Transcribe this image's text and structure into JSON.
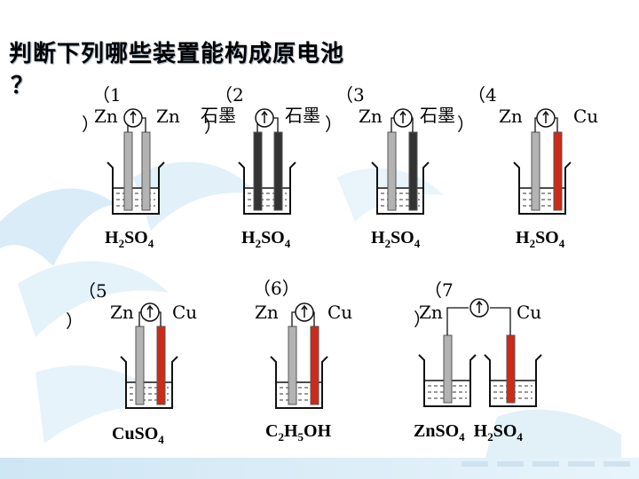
{
  "title": "判断下列哪些装置能构成原电池",
  "title_mark": "？",
  "setups": [
    {
      "num_open": "（1",
      "num_close": "）",
      "left": "Zn",
      "right": "Zn",
      "solution": {
        "parts": [
          [
            "H",
            ""
          ],
          [
            "2",
            "sub"
          ],
          [
            "SO",
            ""
          ],
          [
            "4",
            "sub"
          ]
        ]
      }
    },
    {
      "num_open": "（2",
      "num_close": "）",
      "left": "石墨",
      "right": "石墨",
      "solution": {
        "parts": [
          [
            "H",
            ""
          ],
          [
            "2",
            "sub"
          ],
          [
            "SO",
            ""
          ],
          [
            "4",
            "sub"
          ]
        ]
      }
    },
    {
      "num_open": "（3",
      "num_close": "）",
      "left": "Zn",
      "right": "石墨",
      "solution": {
        "parts": [
          [
            "H",
            ""
          ],
          [
            "2",
            "sub"
          ],
          [
            "SO",
            ""
          ],
          [
            "4",
            "sub"
          ]
        ]
      }
    },
    {
      "num_open": "（4",
      "num_close": "）",
      "left": "Zn",
      "right": "Cu",
      "solution": {
        "parts": [
          [
            "H",
            ""
          ],
          [
            "2",
            "sub"
          ],
          [
            "SO",
            ""
          ],
          [
            "4",
            "sub"
          ]
        ]
      }
    },
    {
      "num_open": "（5",
      "num_close": "）",
      "left": "Zn",
      "right": "Cu",
      "solution": {
        "parts": [
          [
            "CuSO",
            ""
          ],
          [
            "4",
            "sub"
          ]
        ]
      }
    },
    {
      "num_open": "（6）",
      "num_close": "",
      "left": "Zn",
      "right": "Cu",
      "solution": {
        "parts": [
          [
            "C",
            ""
          ],
          [
            "2",
            "sub"
          ],
          [
            "H",
            ""
          ],
          [
            "5",
            "sub"
          ],
          [
            "OH",
            ""
          ]
        ]
      }
    },
    {
      "num_open": "（7",
      "num_close": "）",
      "left": "Zn",
      "right": "Cu",
      "solution": {
        "parts": [
          [
            "ZnSO",
            ""
          ],
          [
            "4",
            "sub"
          ],
          [
            "  H",
            ""
          ],
          [
            "2",
            "sub"
          ],
          [
            "SO",
            ""
          ],
          [
            "4",
            "sub"
          ]
        ]
      }
    }
  ],
  "colors": {
    "zinc": "#b3b3b3",
    "graphite": "#333333",
    "copper": "#cc2a1a",
    "title_shadow": "#99aabb"
  }
}
